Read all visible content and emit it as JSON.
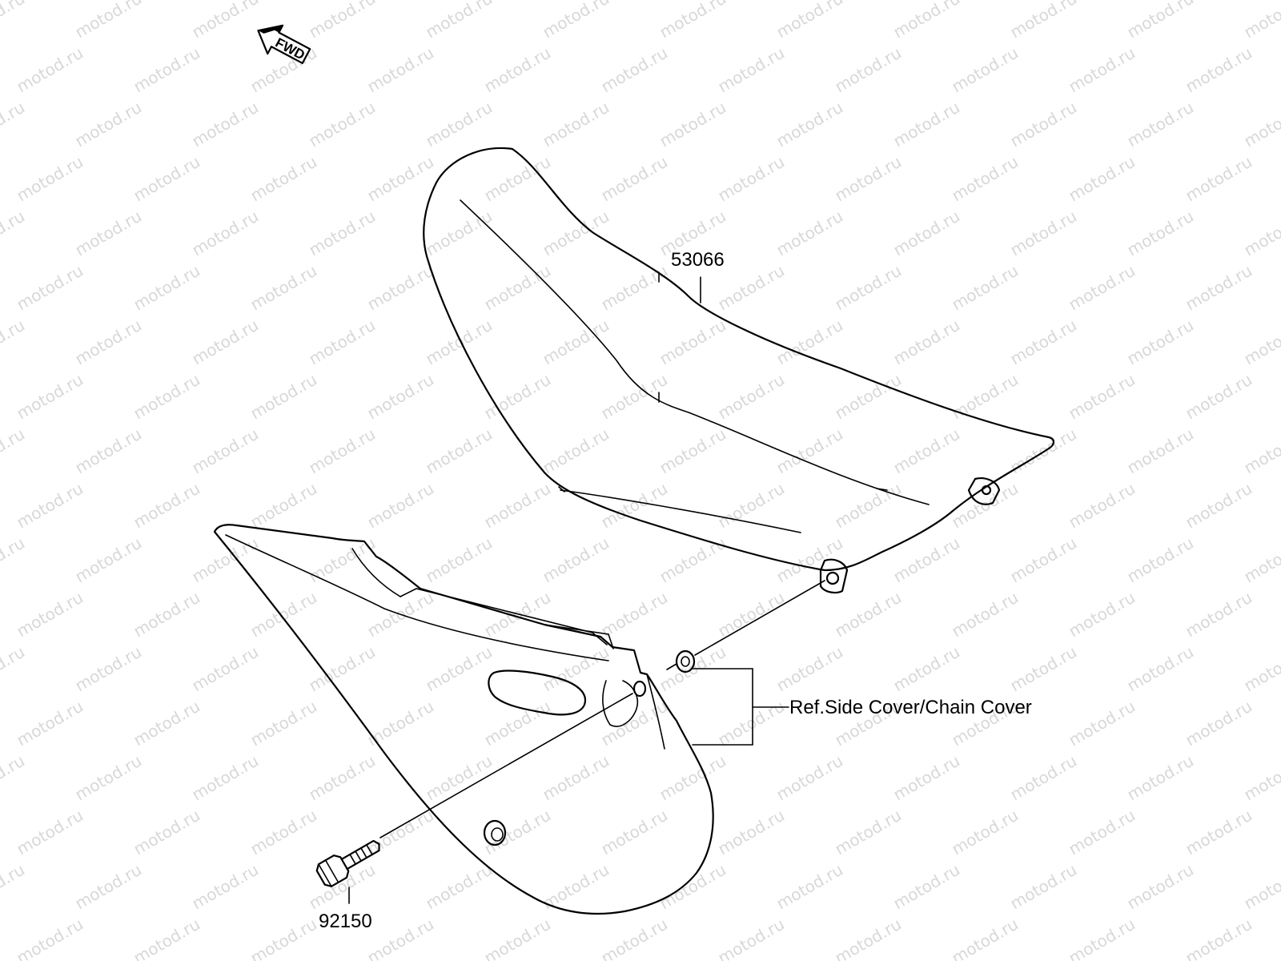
{
  "watermark_text": "motod.ru",
  "fwd_arrow_label": "FWD",
  "callouts": {
    "seat_part": "53066",
    "bolt_part": "92150",
    "reference_note": "Ref.Side Cover/Chain Cover"
  },
  "icons": {
    "forward_arrow": "forward-arrow-icon"
  },
  "colors": {
    "line": "#000000",
    "watermark": "#d8d8d8",
    "background": "#ffffff"
  }
}
